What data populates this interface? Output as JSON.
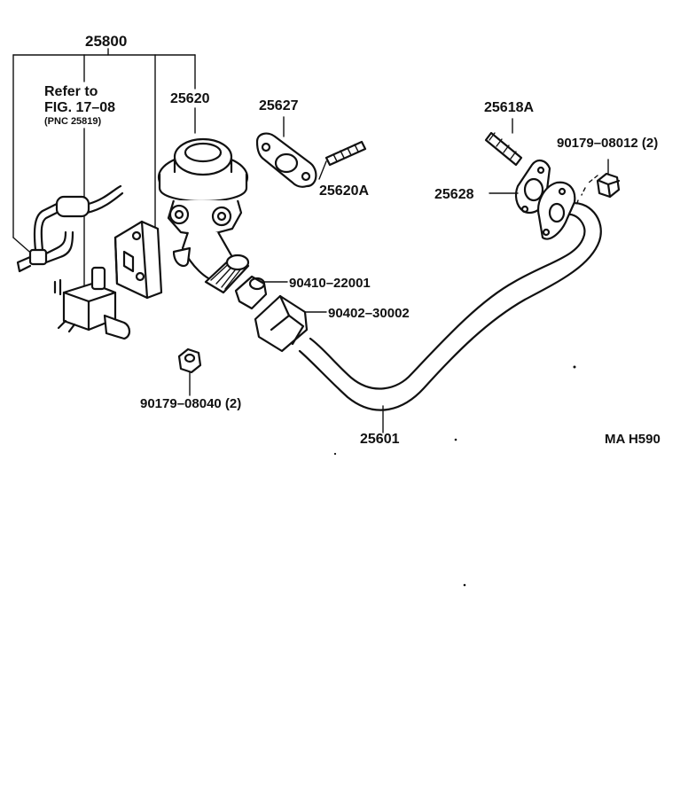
{
  "diagram": {
    "labels": {
      "group_25800": "25800",
      "refer_line1": "Refer to",
      "refer_line2": "FIG. 17–08",
      "refer_line3": "(PNC 25819)",
      "p25620": "25620",
      "p25627": "25627",
      "p25620A": "25620A",
      "p25618A": "25618A",
      "p90179_08012": "90179–08012 (2)",
      "p25628": "25628",
      "p90410_22001": "90410–22001",
      "p90402_30002": "90402–30002",
      "p90179_08040": "90179–08040 (2)",
      "p25601": "25601",
      "code": "MA H590"
    }
  }
}
